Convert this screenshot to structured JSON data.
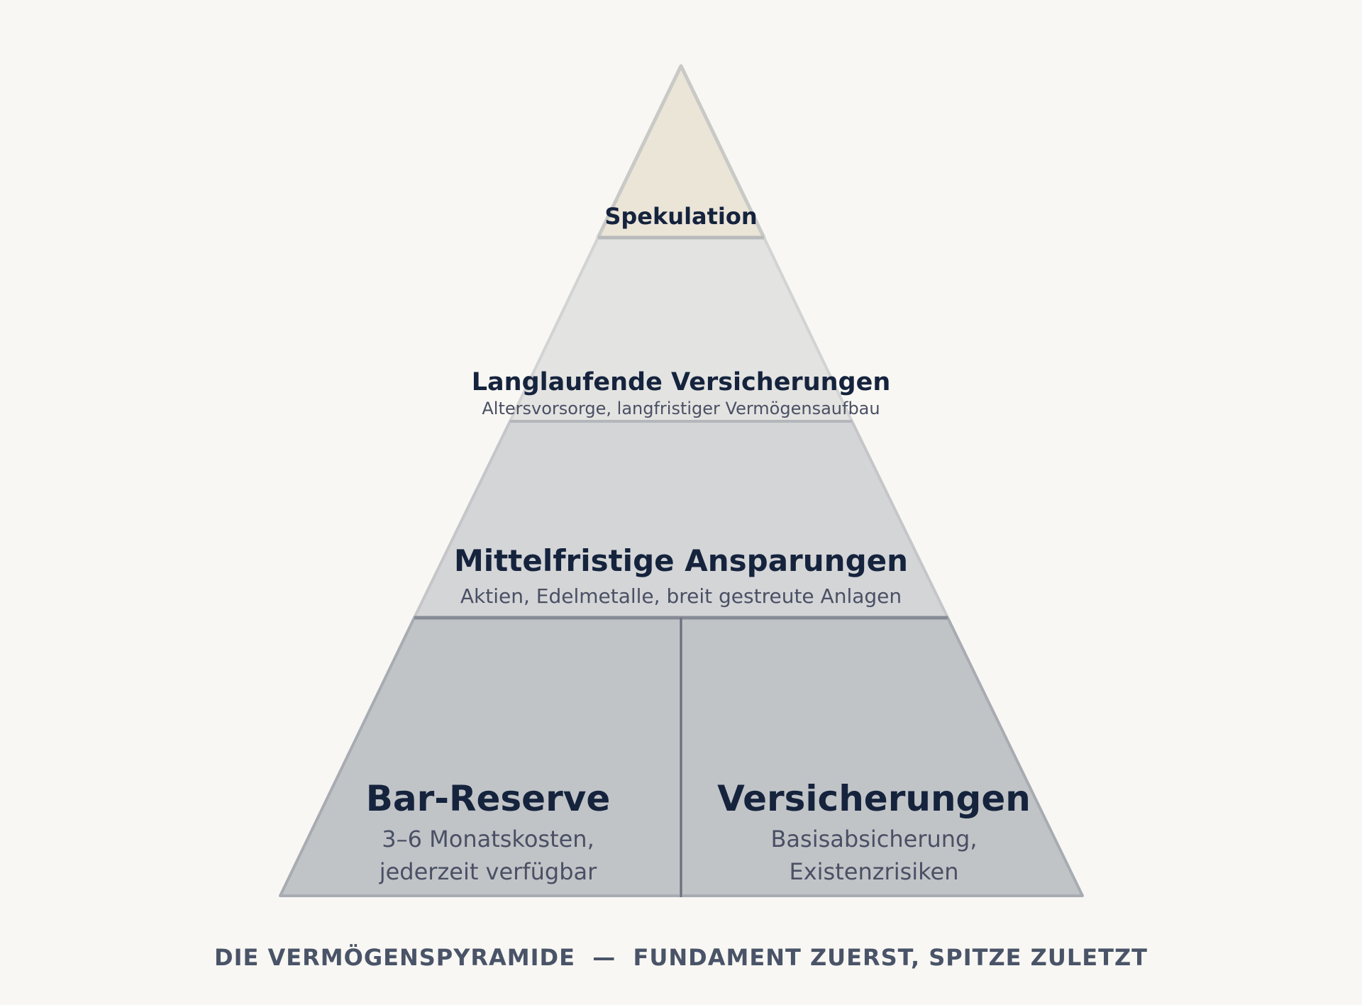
{
  "tiers": {
    "top": {
      "title": "Spekulation",
      "color": "#ebe5d8"
    },
    "second": {
      "title": "Langlaufende Versicherungen",
      "subtitle": "Altersvorsorge, langfristiger Vermögensaufbau",
      "color": "#e3e3e1"
    },
    "third": {
      "title": "Mittelfristige Ansparungen",
      "subtitle": "Aktien, Edelmetalle, breit gestreute Anlagen",
      "color": "#d4d5d7"
    },
    "base_left": {
      "title": "Bar-Reserve",
      "subtitle_line1": "3–6 Monatskosten,",
      "subtitle_line2": "jederzeit verfügbar",
      "color": "#c1c4c7"
    },
    "base_right": {
      "title": "Versicherungen",
      "subtitle_line1": "Basisabsicherung,",
      "subtitle_line2": "Existenzrisiken",
      "color": "#c1c4c7"
    }
  },
  "footer": {
    "caption": "DIE VERMÖGENSPYRAMIDE  —  FUNDAMENT ZUERST, SPITZE ZULETZT"
  }
}
